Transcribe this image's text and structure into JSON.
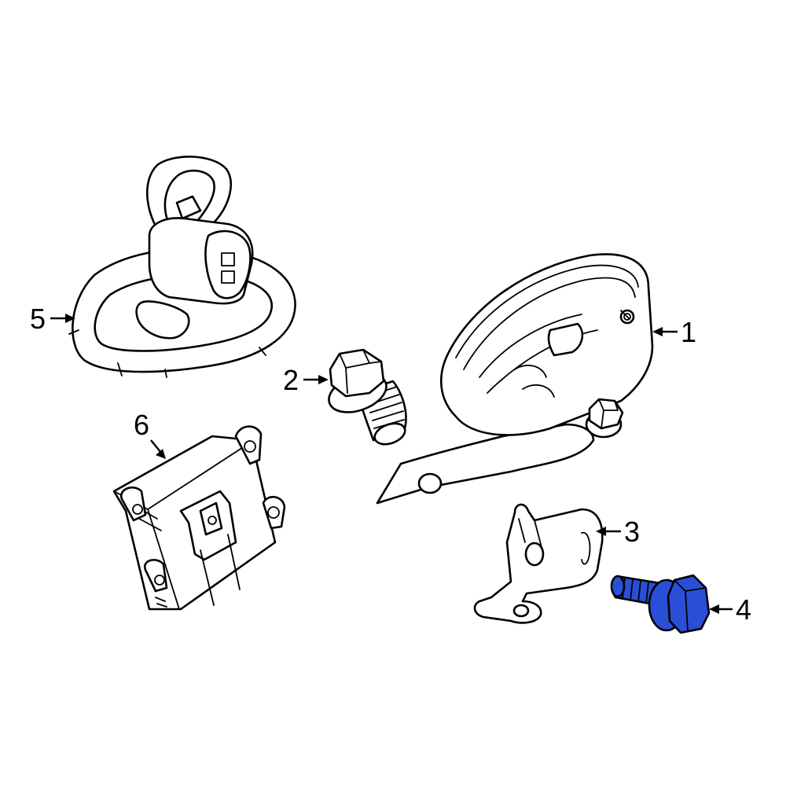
{
  "diagram": {
    "highlight_color": "#2a4fd6",
    "callouts": [
      {
        "id": 1,
        "label": "1"
      },
      {
        "id": 2,
        "label": "2"
      },
      {
        "id": 3,
        "label": "3"
      },
      {
        "id": 4,
        "label": "4"
      },
      {
        "id": 5,
        "label": "5"
      },
      {
        "id": 6,
        "label": "6"
      }
    ],
    "highlighted_part": 4
  }
}
